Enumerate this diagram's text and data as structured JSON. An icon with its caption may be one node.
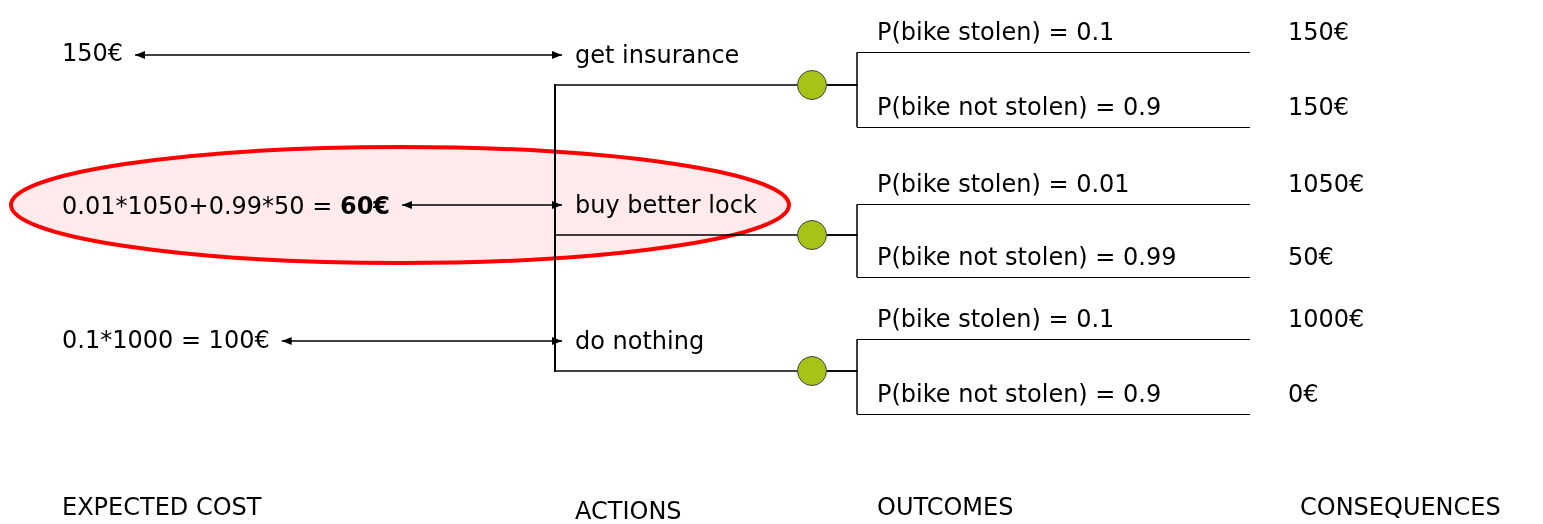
{
  "diagram": {
    "nodes": [
      {
        "text": [
          "150€"
        ]
      },
      {
        "text": [
          "0.01*1050+0.99*50 = **60€**"
        ]
      },
      {
        "text": [
          "0.1*1000 = 100€"
        ]
      },
      {
        "text": [
          "get insurance"
        ]
      },
      {
        "text": [
          "buy better lock"
        ]
      },
      {
        "text": [
          "do nothing"
        ]
      },
      {
        "text": [],
        "shape": "bar"
      },
      {
        "text": [],
        "shape": "circle"
      },
      {
        "text": [],
        "shape": "circle"
      },
      {
        "text": [],
        "shape": "circle"
      },
      {
        "text": [
          "P(bike stolen) = 0.1"
        ],
        "beside": [
          "150€"
        ]
      },
      {
        "text": [
          "P(bike not stolen) = 0.9"
        ],
        "beside": [
          "150€"
        ]
      },
      {
        "text": [
          "P(bike stolen) = 0.01"
        ],
        "beside": [
          "1050€"
        ]
      },
      {
        "text": [
          "P(bike not stolen) = 0.99"
        ],
        "beside": [
          "50€"
        ]
      },
      {
        "text": [
          "P(bike stolen) = 0.1"
        ],
        "beside": [
          "1000€"
        ]
      },
      {
        "text": [
          "P(bike not stolen) = 0.9"
        ],
        "beside": [
          "0€"
        ]
      }
    ],
    "edges": [
      {
        "from": 0,
        "to": 3,
        "arrow": "both"
      },
      {
        "from": 1,
        "to": 4,
        "arrow": "both"
      },
      {
        "from": 2,
        "to": 5,
        "arrow": "both"
      },
      {
        "from": 6,
        "to": 7,
        "arrow": "none"
      },
      {
        "from": 6,
        "to": 8,
        "arrow": "none"
      },
      {
        "from": 6,
        "to": 9,
        "arrow": "none"
      },
      {
        "from": 7,
        "to": 10,
        "arrow": "none"
      },
      {
        "from": 7,
        "to": 11,
        "arrow": "none"
      },
      {
        "from": 8,
        "to": 12,
        "arrow": "none"
      },
      {
        "from": 8,
        "to": 13,
        "arrow": "none"
      },
      {
        "from": 9,
        "to": 14,
        "arrow": "none"
      },
      {
        "from": 9,
        "to": 15,
        "arrow": "none"
      }
    ],
    "labels": [
      "EXPECTED COST",
      "ACTIONS",
      "OUTCOMES",
      "CONSEQUENCES"
    ]
  }
}
